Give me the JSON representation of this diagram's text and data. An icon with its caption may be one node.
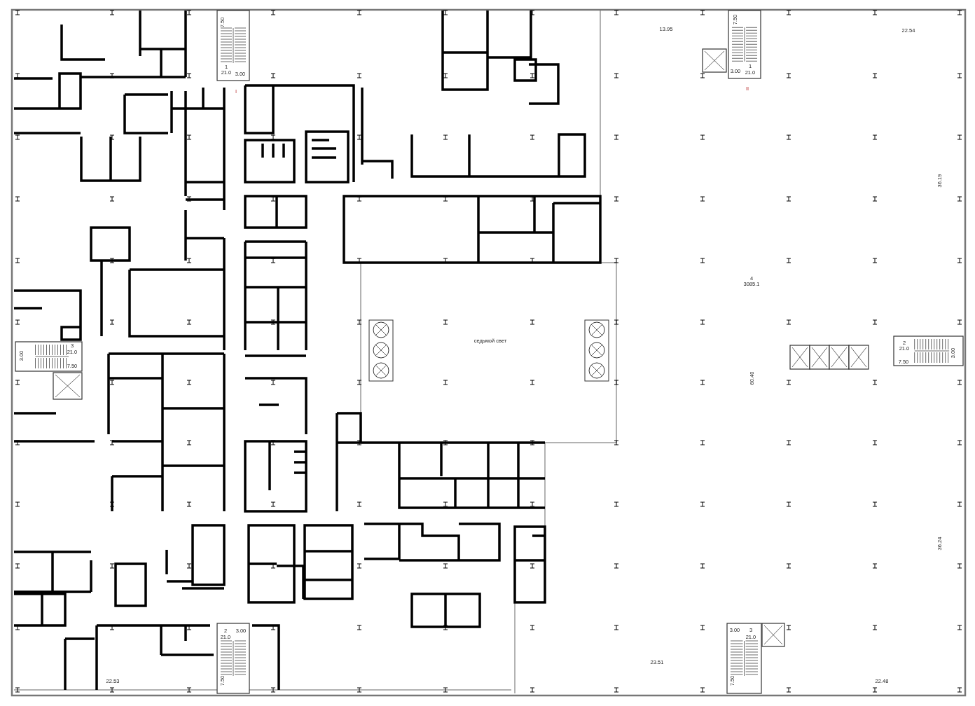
{
  "diagram": {
    "labels": [
      "7.50",
      "13.95",
      "7.50",
      "22.54",
      "1",
      "21.0",
      "3.00",
      "3.00",
      "1",
      "21.0",
      "I",
      "II",
      "36.19",
      "4",
      "3085.1",
      "седьмой свет",
      "3",
      "21.0",
      "3.00",
      "2",
      "21.0",
      "3.00",
      "7.50",
      "7.50",
      "60.40",
      "36.24",
      "2",
      "21.0",
      "3.00",
      "3.00",
      "3",
      "21.0",
      "23.51",
      "22.53",
      "7.50",
      "7.50",
      "22.48"
    ]
  }
}
